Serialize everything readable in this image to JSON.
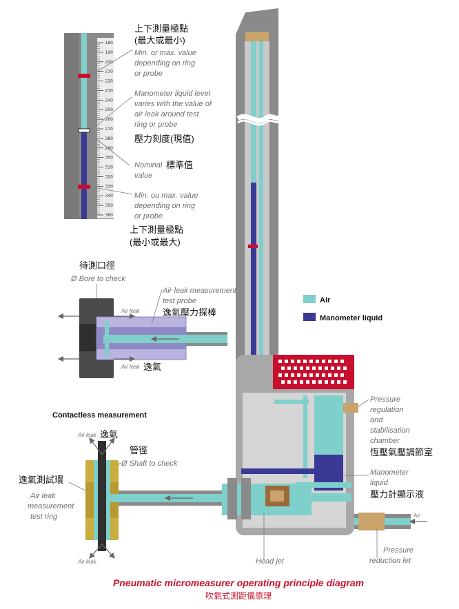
{
  "scale": {
    "ticks": [
      "180",
      "190",
      "200",
      "210",
      "220",
      "230",
      "240",
      "250",
      "260",
      "270",
      "280",
      "290",
      "300",
      "310",
      "320",
      "330",
      "340",
      "350",
      "360"
    ]
  },
  "labels": {
    "top_limit_zh_1": "上下測量極點",
    "top_limit_zh_2": "(最大或最小)",
    "top_limit_en_1": "Min. or max. value",
    "top_limit_en_2": "depending on ring",
    "top_limit_en_3": "or probe",
    "level_en_1": "Manometer liquid level",
    "level_en_2": "varies with the value of",
    "level_en_3": "air leak around test",
    "level_en_4": "ring or probe",
    "level_zh": "壓力刻度(現值)",
    "nominal_en_1": "Nominal",
    "nominal_en_2": "value",
    "nominal_zh": "標準值",
    "bottom_limit_en_1": "Min. ou max. value",
    "bottom_limit_en_2": "depending on ring",
    "bottom_limit_en_3": "or probe",
    "bottom_limit_zh_1": "上下測量極點",
    "bottom_limit_zh_2": "(最小或最大)",
    "bore_zh": "待測口徑",
    "bore_en": "Ø Bore to check",
    "probe_en_1": "Air leak measurement",
    "probe_en_2": "test probe",
    "probe_zh": "逸氣壓力探棒",
    "air_leak_1": "Air leak",
    "air_leak_2": "Air leak",
    "air_leak_zh_1": "逸氣",
    "contactless": "Contactless measurement",
    "ring_air_leak_top": "Air leak",
    "ring_air_leak_zh": "逸氣",
    "shaft_zh": "管徑",
    "shaft_en": "Ø Shaft to check",
    "ring_zh": "逸氣測試環",
    "ring_en_1": "Air leak",
    "ring_en_2": "measurement",
    "ring_en_3": "test ring",
    "ring_air_leak_bottom": "Air leak",
    "chamber_en_1": "Pressure",
    "chamber_en_2": "regulation",
    "chamber_en_3": "and",
    "chamber_en_4": "stabilisation",
    "chamber_en_5": "chamber",
    "chamber_zh": "恆壓氣壓調節室",
    "mano_en_1": "Manometer",
    "mano_en_2": "liquid",
    "mano_zh": "壓力計顯示液",
    "air_in": "Air",
    "head_jet": "Head jet",
    "reduction_en_1": "Pressure",
    "reduction_en_2": "reduction let"
  },
  "legend": {
    "air": "Air",
    "manometer": "Manometer liquid"
  },
  "caption": {
    "en": "Pneumatic micromeasurer operating principle diagram",
    "zh": "吹氣式測距儀原理"
  },
  "colors": {
    "air": "#7fcfcb",
    "manometer": "#3a3a96",
    "body_gray": "#7d7d7d",
    "light_gray": "#c9c9c9",
    "red": "#c8102e",
    "ring_gold": "#c9ad3e",
    "caption": "#c8102e"
  }
}
